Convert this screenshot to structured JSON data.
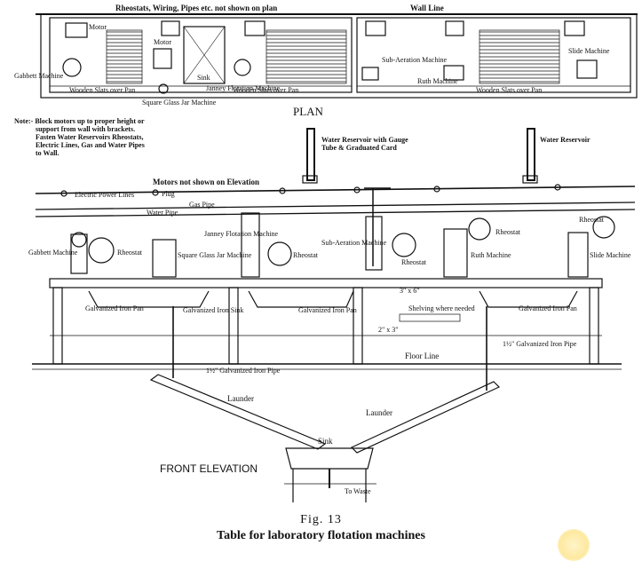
{
  "top_notes": {
    "rheostats_note": "Rheostats, Wiring, Pipes etc. not shown on plan",
    "wall_line": "Wall Line"
  },
  "plan": {
    "title": "PLAN",
    "motor_label": "Motor",
    "gabbett": "Gabbett Machine",
    "motor_mid": "Motor",
    "sink": "Sink",
    "janney": "Janney Flotation Machine",
    "square_glass": "Square Glass Jar Machine",
    "slats_left": "Wooden Slats over Pan",
    "slats_mid": "Wooden Slats over Pan",
    "slats_right": "Wooden Slats over Pan",
    "sub_aeration": "Sub-Aeration Machine",
    "ruth": "Ruth Machine",
    "slide": "Slide Machine"
  },
  "note": {
    "line1": "Note:- Block motors up to proper height or",
    "line2": "support from wall with brackets.",
    "line3": "Fasten Water Reservoirs Rheostats,",
    "line4": "Electric Lines, Gas and Water Pipes",
    "line5": "to Wall."
  },
  "reservoir": {
    "gauge_label1": "Water Reservoir with Gauge",
    "gauge_label2": "Tube & Graduated Card",
    "plain_label": "Water Reservoir"
  },
  "elevation": {
    "motors_note": "Motors not shown on Elevation",
    "electric": "Electric Power Lines",
    "plug": "Plug",
    "gas": "Gas Pipe",
    "water": "Water Pipe",
    "rheostat_right": "Rheostat",
    "gabbett": "Gabbett Machine",
    "rheostat_1": "Rheostat",
    "square_glass": "Square Glass Jar Machine",
    "janney": "Janney Flotation Machine",
    "rheostat_2": "Rheostat",
    "sub_aeration": "Sub-Aeration Machine",
    "rheostat_3": "Rheostat",
    "ruth": "Ruth Machine",
    "rheostat_4": "Rheostat",
    "slide": "Slide Machine",
    "dim_3x6": "3\" x 6\"",
    "pan_left": "Galvanized Iron Pan",
    "galv_sink": "Galvanized Iron Sink",
    "pan_mid": "Galvanized Iron Pan",
    "shelving": "Shelving where needed",
    "dim_2x3": "2\" x 3\"",
    "pan_right": "Galvanized Iron Pan",
    "pipe_right": "1½\" Galvanized Iron Pipe",
    "floor_line": "Floor Line",
    "pipe_left": "1½\" Galvanized Iron Pipe",
    "launder_left": "Launder",
    "launder_right": "Launder",
    "sink": "Sink",
    "front_elevation": "FRONT ELEVATION",
    "to_waste": "To Waste"
  },
  "caption": {
    "fig": "Fig. 13",
    "title": "Table for laboratory flotation machines"
  }
}
